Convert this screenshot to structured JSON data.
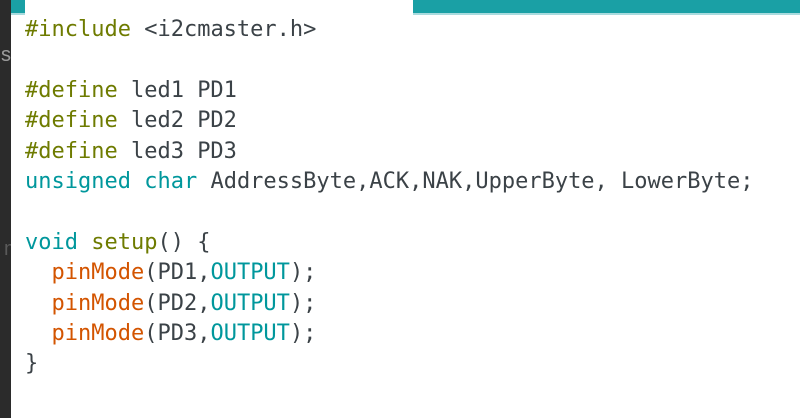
{
  "background_window_strip": {
    "color": "#2b2b2b",
    "letters": [
      {
        "char": "s",
        "color": "#9c9c9c"
      },
      {
        "char": "m",
        "color": "#5a5a5a"
      }
    ]
  },
  "tab_bar": {
    "teal": "#1aa0a5",
    "underline": "#a9dbde"
  },
  "editor": {
    "background": "#ffffff",
    "colors": {
      "plain": "#3b4247",
      "keyword": "#00979c",
      "literal": "#00979c",
      "function": "#d35400",
      "structure": "#6e7b00"
    },
    "lines": [
      [
        {
          "c": "structure",
          "t": "#include"
        },
        {
          "c": "plain",
          "t": " <i2cmaster.h>"
        }
      ],
      [],
      [
        {
          "c": "structure",
          "t": "#define"
        },
        {
          "c": "plain",
          "t": " led1 PD1"
        }
      ],
      [
        {
          "c": "structure",
          "t": "#define"
        },
        {
          "c": "plain",
          "t": " led2 PD2"
        }
      ],
      [
        {
          "c": "structure",
          "t": "#define"
        },
        {
          "c": "plain",
          "t": " led3 PD3"
        }
      ],
      [
        {
          "c": "keyword",
          "t": "unsigned"
        },
        {
          "c": "plain",
          "t": " "
        },
        {
          "c": "keyword",
          "t": "char"
        },
        {
          "c": "plain",
          "t": " AddressByte,ACK,NAK,UpperByte, LowerByte;"
        }
      ],
      [],
      [
        {
          "c": "keyword",
          "t": "void"
        },
        {
          "c": "plain",
          "t": " "
        },
        {
          "c": "structure",
          "t": "setup"
        },
        {
          "c": "plain",
          "t": "() {"
        }
      ],
      [
        {
          "c": "plain",
          "t": "  "
        },
        {
          "c": "function",
          "t": "pinMode"
        },
        {
          "c": "plain",
          "t": "(PD1,"
        },
        {
          "c": "literal",
          "t": "OUTPUT"
        },
        {
          "c": "plain",
          "t": ");"
        }
      ],
      [
        {
          "c": "plain",
          "t": "  "
        },
        {
          "c": "function",
          "t": "pinMode"
        },
        {
          "c": "plain",
          "t": "(PD2,"
        },
        {
          "c": "literal",
          "t": "OUTPUT"
        },
        {
          "c": "plain",
          "t": ");"
        }
      ],
      [
        {
          "c": "plain",
          "t": "  "
        },
        {
          "c": "function",
          "t": "pinMode"
        },
        {
          "c": "plain",
          "t": "(PD3,"
        },
        {
          "c": "literal",
          "t": "OUTPUT"
        },
        {
          "c": "plain",
          "t": ");"
        }
      ],
      [
        {
          "c": "plain",
          "t": "}"
        }
      ]
    ]
  }
}
